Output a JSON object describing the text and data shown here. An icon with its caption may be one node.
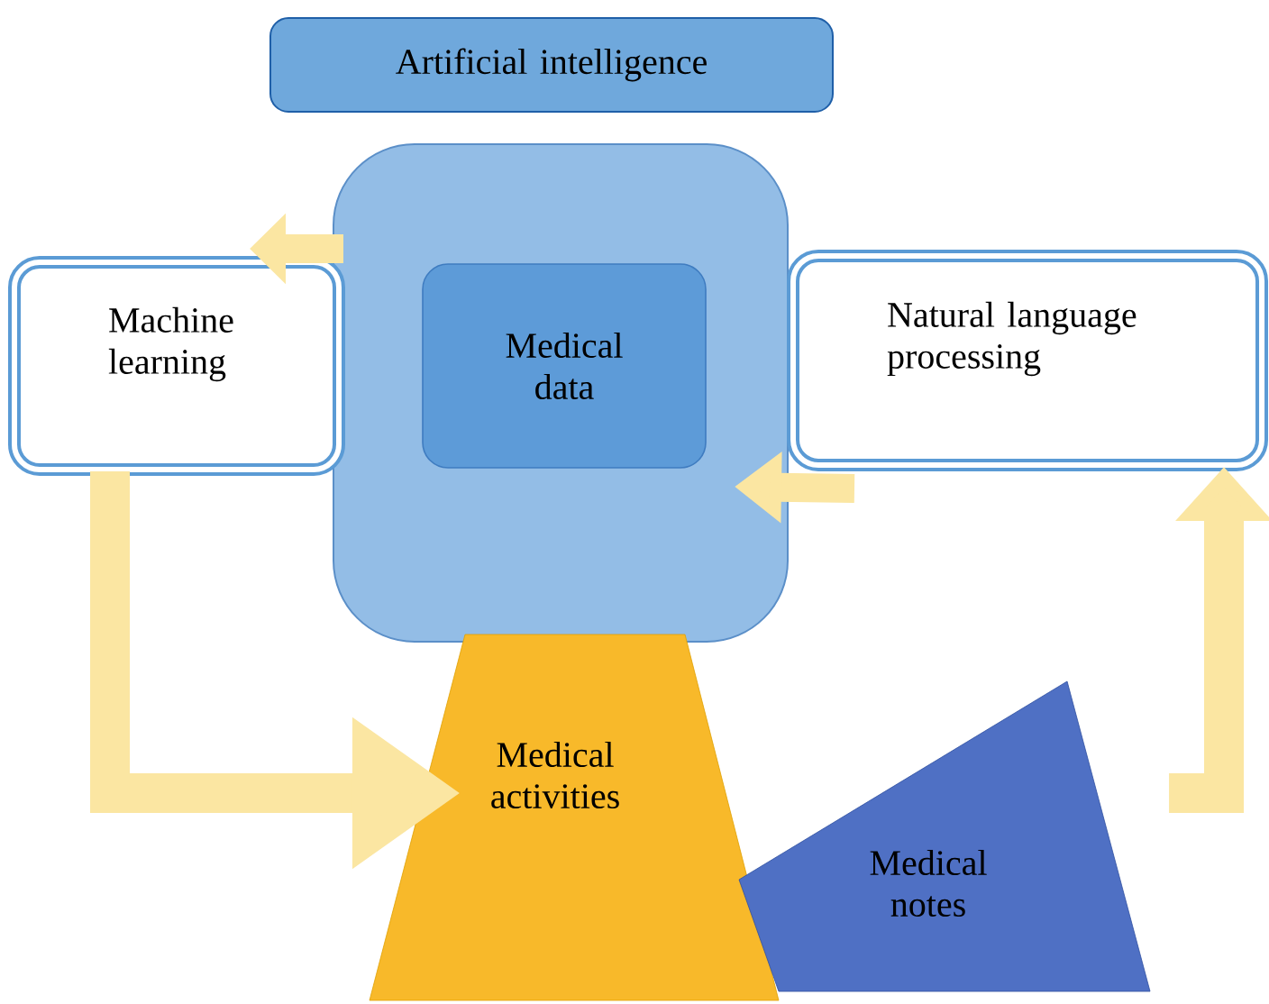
{
  "diagram": {
    "nodes": [
      {
        "text": [
          "Artificial intelligence"
        ]
      },
      {
        "text": [],
        "shape": "box"
      },
      {
        "text": [
          "Medical data"
        ],
        "in": 1
      },
      {
        "text": [
          "Machine learning"
        ]
      },
      {
        "text": [
          "Natural language processing"
        ]
      },
      {
        "text": [
          "Medical activities"
        ]
      },
      {
        "text": [
          "Medical notes"
        ]
      }
    ],
    "edges": [
      {
        "from": 1,
        "to": 3,
        "arrow": "to"
      },
      {
        "from": 4,
        "to": 1,
        "arrow": "to"
      },
      {
        "from": 3,
        "to": 5,
        "arrow": "to"
      },
      {
        "from": 6,
        "to": 4,
        "arrow": "to"
      }
    ]
  }
}
